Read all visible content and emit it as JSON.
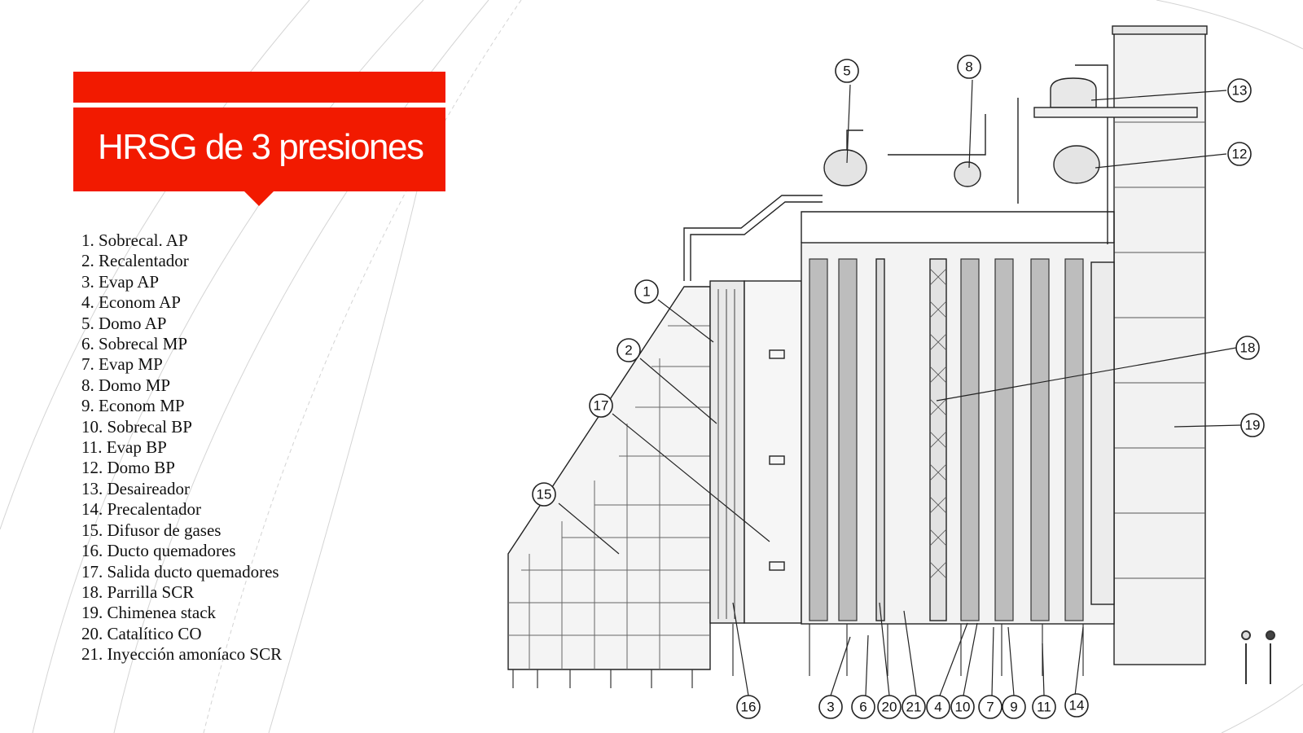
{
  "title": "HRSG de 3 presiones",
  "legend": [
    "1. Sobrecal. AP",
    "2. Recalentador",
    "3. Evap AP",
    "4. Econom AP",
    "5. Domo AP",
    "6. Sobrecal MP",
    "7. Evap MP",
    "8. Domo MP",
    "9. Econom MP",
    "10. Sobrecal BP",
    "11. Evap BP",
    "12. Domo BP",
    "13. Desaireador",
    "14. Precalentador",
    "15. Difusor de gases",
    "16. Ducto quemadores",
    "17. Salida ducto quemadores",
    "18. Parrilla SCR",
    "19. Chimenea stack",
    "20. Catalítico CO",
    "21. Inyección amoníaco SCR"
  ],
  "callouts": {
    "c1": "1",
    "c2": "2",
    "c3": "3",
    "c4": "4",
    "c5": "5",
    "c6": "6",
    "c7": "7",
    "c8": "8",
    "c9": "9",
    "c10": "10",
    "c11": "11",
    "c12": "12",
    "c13": "13",
    "c14": "14",
    "c15": "15",
    "c16": "16",
    "c17": "17",
    "c18": "18",
    "c19": "19",
    "c20": "20",
    "c21": "21"
  },
  "colors": {
    "accent": "#f21a00",
    "line": "#222222",
    "panel": "#f2f2f2"
  }
}
